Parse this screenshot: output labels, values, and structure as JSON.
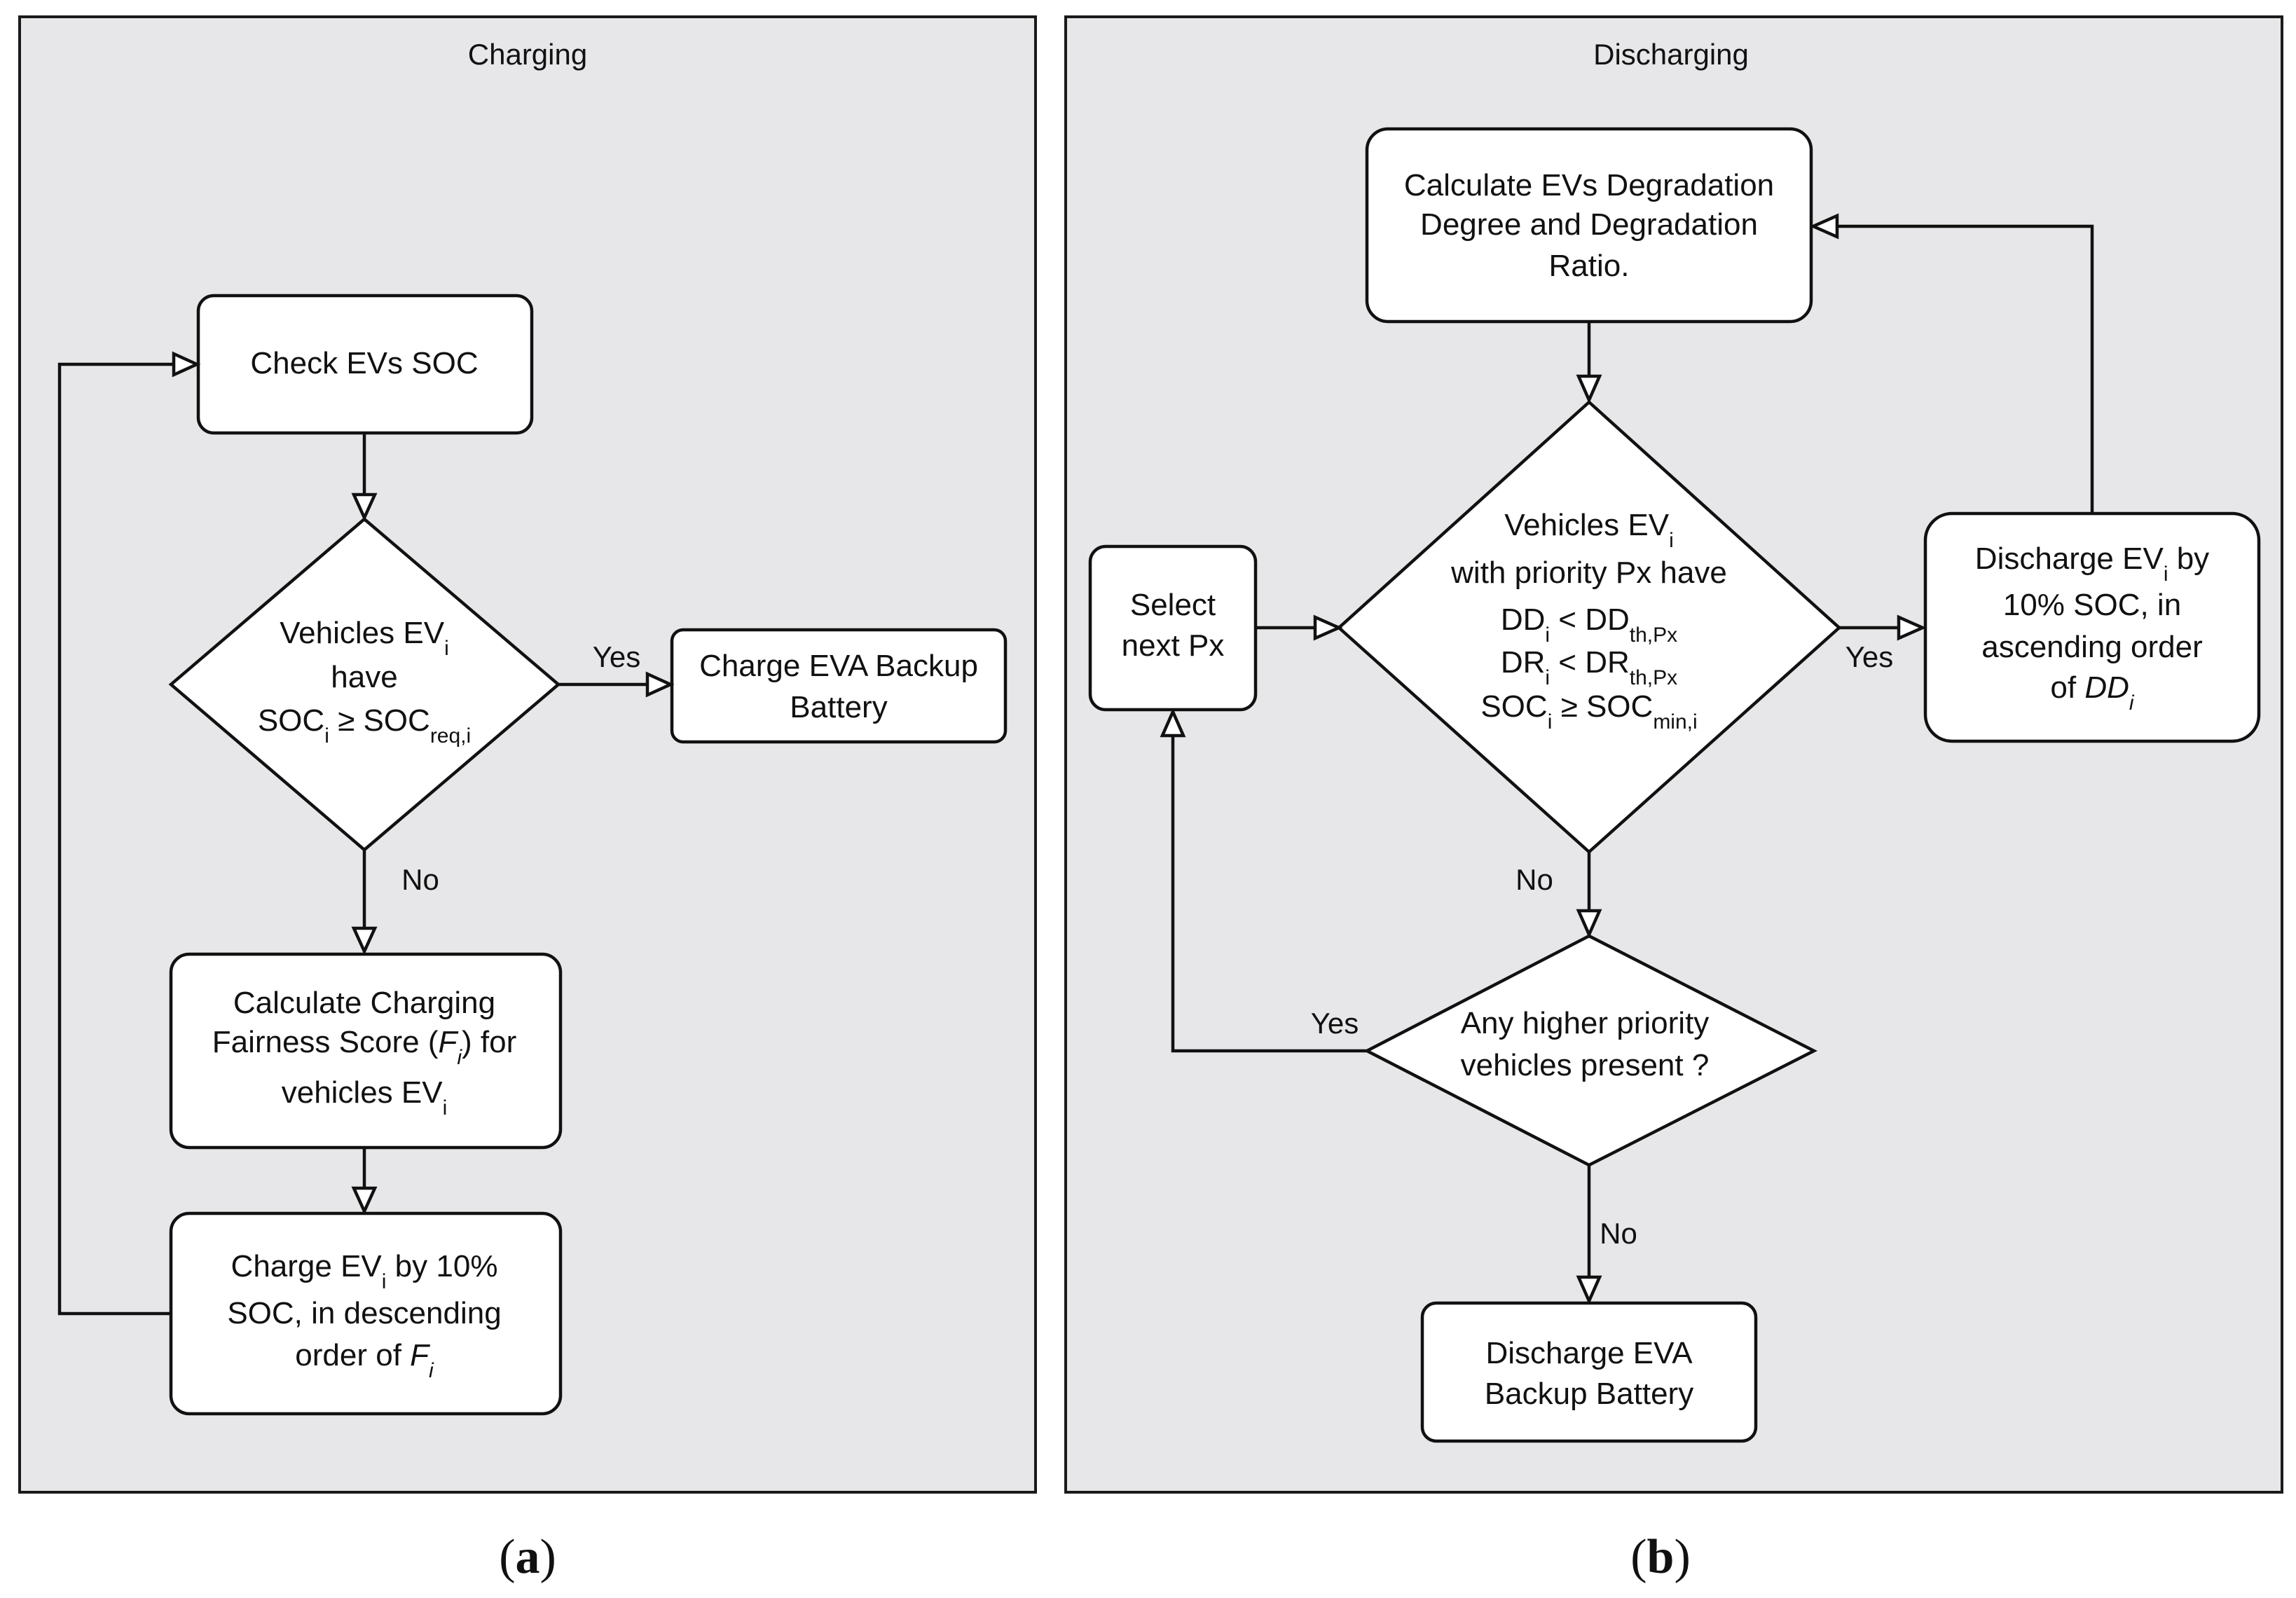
{
  "panels": {
    "charging": {
      "title": "Charging"
    },
    "discharging": {
      "title": "Discharging"
    }
  },
  "charging": {
    "check_soc": "Check EVs SOC",
    "decision": {
      "line1": "Vehicles EV",
      "line1_sub": "i",
      "line2": "have",
      "line3_a": "SOC",
      "line3_a_sub": "i",
      "line3_op": " ≥ SOC",
      "line3_b_sub": "req,i"
    },
    "charge_backup": {
      "line1": "Charge EVA Backup",
      "line2": "Battery"
    },
    "fairness": {
      "line1": "Calculate Charging",
      "line2_a": "Fairness Score (",
      "line2_var": "F",
      "line2_var_sub": "i",
      "line2_b": ") for",
      "line3": "vehicles EV",
      "line3_sub": "i"
    },
    "charge_ev": {
      "line1_a": "Charge EV",
      "line1_sub": "i",
      "line1_b": " by 10%",
      "line2": "SOC, in descending",
      "line3_a": "order of ",
      "line3_var": "F",
      "line3_var_sub": "i"
    },
    "yes_label": "Yes",
    "no_label": "No"
  },
  "discharging": {
    "degradation": {
      "line1": "Calculate EVs Degradation",
      "line2": "Degree and Degradation",
      "line3": "Ratio."
    },
    "decision": {
      "line1": "Vehicles EV",
      "line1_sub": "i",
      "line2": "with priority Px have",
      "line3_a": "DD",
      "line3_a_sub": "i",
      "line3_op": " < DD",
      "line3_b_sub": "th,Px",
      "line4_a": "DR",
      "line4_a_sub": "i",
      "line4_op": " < DR",
      "line4_b_sub": "th,Px",
      "line5_a": "SOC",
      "line5_a_sub": "i",
      "line5_op": " ≥ SOC",
      "line5_b_sub": "min,i"
    },
    "select_next": {
      "line1": "Select",
      "line2": "next Px"
    },
    "discharge_ev": {
      "line1_a": "Discharge EV",
      "line1_sub": "i",
      "line1_b": " by",
      "line2": "10% SOC, in",
      "line3": "ascending order",
      "line4_a": "of ",
      "line4_var": "DD",
      "line4_var_sub": "i"
    },
    "higher_priority": {
      "line1": "Any higher priority",
      "line2": "vehicles present ?"
    },
    "discharge_backup": {
      "line1": "Discharge EVA",
      "line2": "Backup Battery"
    },
    "yes_right": "Yes",
    "no_down": "No",
    "yes_left": "Yes",
    "no_bottom": "No"
  },
  "captions": {
    "a_open": "(",
    "a_letter": "a",
    "a_close": ")",
    "b_open": "(",
    "b_letter": "b",
    "b_close": ")"
  }
}
